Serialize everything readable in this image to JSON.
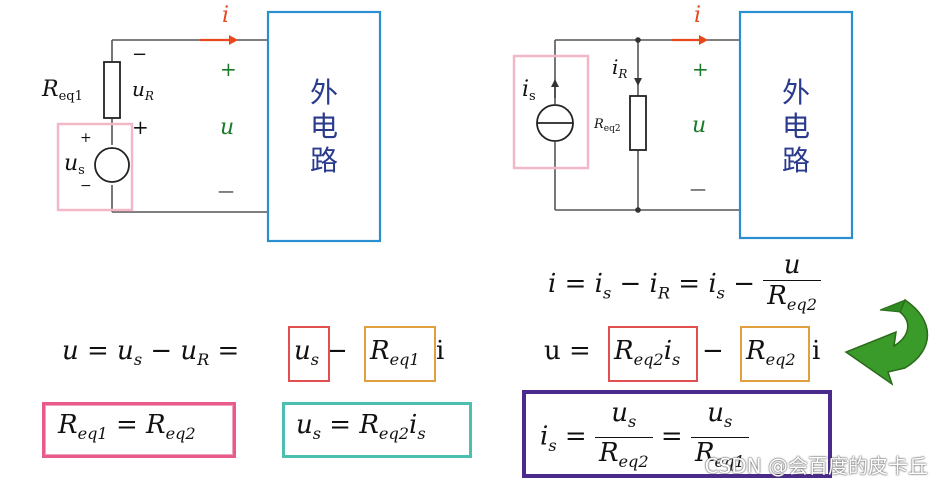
{
  "left_circuit": {
    "current_label": "i",
    "resistor_label": "R",
    "resistor_sub": "eq1",
    "voltage_r_label": "u",
    "voltage_r_sub": "R",
    "source_label": "u",
    "source_sub": "s",
    "plus_top": "+",
    "minus_top": "−",
    "plus_side": "+",
    "minus_side": "−",
    "terminal_plus": "+",
    "terminal_u": "u",
    "terminal_minus": "—",
    "network_chars": [
      "外",
      "电",
      "路"
    ]
  },
  "right_circuit": {
    "current_label": "i",
    "source_label": "i",
    "source_sub": "s",
    "branch_current": "i",
    "branch_current_sub": "R",
    "resistor_label": "R",
    "resistor_sub": "eq2",
    "terminal_plus": "+",
    "terminal_u": "u",
    "terminal_minus": "—",
    "network_chars": [
      "外",
      "电",
      "路"
    ]
  },
  "formulas": {
    "right_top_lhs": "i = i",
    "right_top_mid": " − i",
    "right_top_mid2": " = i",
    "right_top_tail": " −",
    "right_top_num": "u",
    "right_top_den": "R",
    "left_main_a": "u = u",
    "left_main_b": " − u",
    "left_main_c": " = ",
    "left_main_d": " − ",
    "left_main_i": "i",
    "right_main_a": "u = ",
    "right_main_b": " − ",
    "right_main_i": "i",
    "box1": "R",
    "box1_eq": " = R",
    "box2": "u",
    "box2_eq": " = R",
    "box2_tail": "i",
    "box3_lhs": "i",
    "box3_eq": " = ",
    "box3_eq2": " = ",
    "box3_num": "u",
    "box3_den": "R",
    "subs": {
      "s": "s",
      "R": "R",
      "eq1": "eq1",
      "eq2": "eq2"
    }
  },
  "colors": {
    "blue_box": "#2a8fd0",
    "red_box": "#e05050",
    "orange_box": "#e0a040",
    "pink_box": "#e85a8a",
    "teal_box": "#4cc0b0",
    "purple_box": "#4a2a8a",
    "arrow_green": "#3a9a2a"
  },
  "watermark": "CSDN @会百度的皮卡丘"
}
